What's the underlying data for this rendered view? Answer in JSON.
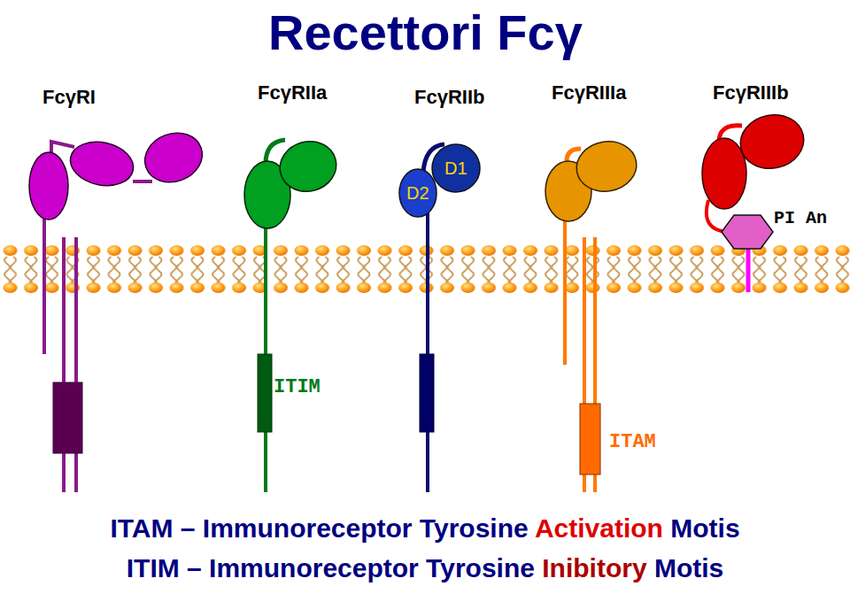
{
  "diagram": {
    "title": "Recettori Fcγ",
    "nodes": [
      {
        "text": [
          "D2"
        ]
      },
      {
        "text": [
          "D1"
        ]
      },
      {
        "text": [
          "PI An"
        ]
      }
    ],
    "labels": [
      "FcγRI",
      "FcγRIIa",
      "FcγRIIb",
      "FcγRIIIa",
      "FcγRIIIb",
      "ITIM",
      "ITAM",
      "ITAM – Immunoreceptor Tyrosine",
      "Activation",
      "Motis",
      "ITIM – Immunoreceptor Tyrosine",
      "Inibitory",
      "Motis"
    ]
  }
}
